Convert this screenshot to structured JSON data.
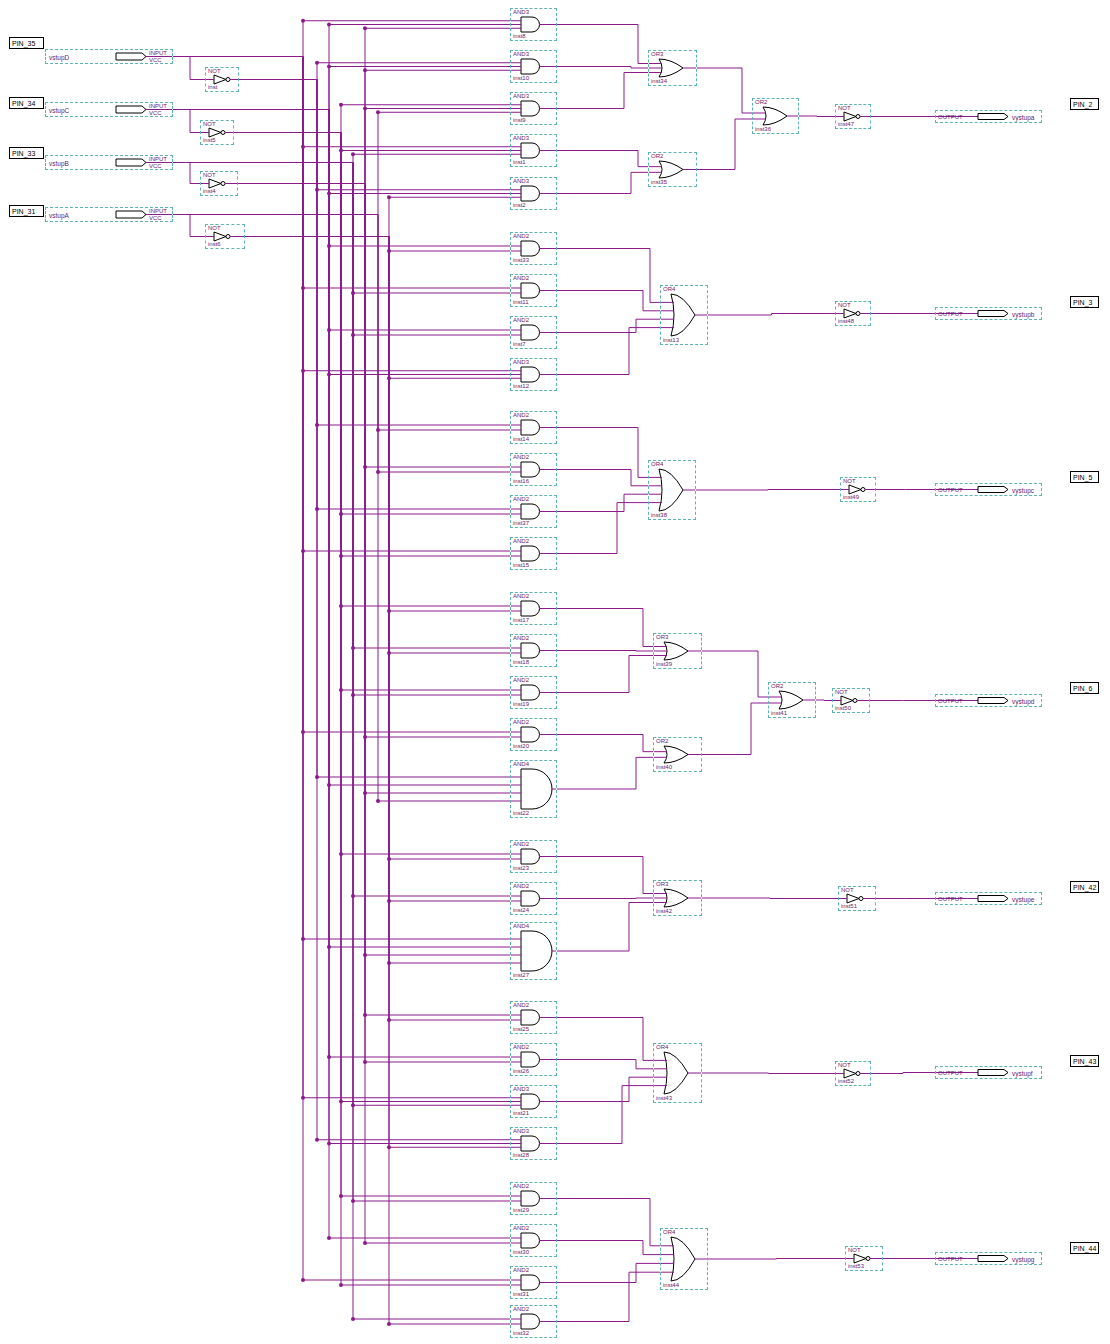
{
  "diagram": {
    "nodes": [
      {
        "text": [
          "PIN_35"
        ]
      },
      {
        "text": [
          "vstupD",
          "INPUT",
          "VCC"
        ]
      },
      {
        "text": [
          "PIN_34"
        ]
      },
      {
        "text": [
          "vstupC",
          "INPUT",
          "VCC"
        ]
      },
      {
        "text": [
          "PIN_33"
        ]
      },
      {
        "text": [
          "vstupB",
          "INPUT",
          "VCC"
        ]
      },
      {
        "text": [
          "PIN_31"
        ]
      },
      {
        "text": [
          "vstupA",
          "INPUT",
          "VCC"
        ]
      },
      {
        "text": [
          "NOT",
          "inst"
        ]
      },
      {
        "text": [
          "NOT",
          "inst5"
        ]
      },
      {
        "text": [
          "NOT",
          "inst4"
        ]
      },
      {
        "text": [
          "NOT",
          "inst6"
        ]
      },
      {
        "text": [
          "AND3",
          "inst8"
        ]
      },
      {
        "text": [
          "AND3",
          "inst10"
        ]
      },
      {
        "text": [
          "AND3",
          "inst9"
        ]
      },
      {
        "text": [
          "AND3",
          "inst1"
        ]
      },
      {
        "text": [
          "AND3",
          "inst2"
        ]
      },
      {
        "text": [
          "AND2",
          "inst33"
        ]
      },
      {
        "text": [
          "AND2",
          "inst11"
        ]
      },
      {
        "text": [
          "AND2",
          "inst7"
        ]
      },
      {
        "text": [
          "AND3",
          "inst12"
        ]
      },
      {
        "text": [
          "AND2",
          "inst14"
        ]
      },
      {
        "text": [
          "AND2",
          "inst16"
        ]
      },
      {
        "text": [
          "AND2",
          "inst37"
        ]
      },
      {
        "text": [
          "AND2",
          "inst15"
        ]
      },
      {
        "text": [
          "AND2",
          "inst17"
        ]
      },
      {
        "text": [
          "AND2",
          "inst18"
        ]
      },
      {
        "text": [
          "AND2",
          "inst19"
        ]
      },
      {
        "text": [
          "AND2",
          "inst20"
        ]
      },
      {
        "text": [
          "AND4",
          "inst22"
        ]
      },
      {
        "text": [
          "AND2",
          "inst23"
        ]
      },
      {
        "text": [
          "AND2",
          "inst24"
        ]
      },
      {
        "text": [
          "AND4",
          "inst27"
        ]
      },
      {
        "text": [
          "AND2",
          "inst25"
        ]
      },
      {
        "text": [
          "AND2",
          "inst26"
        ]
      },
      {
        "text": [
          "AND3",
          "inst21"
        ]
      },
      {
        "text": [
          "AND3",
          "inst28"
        ]
      },
      {
        "text": [
          "AND2",
          "inst29"
        ]
      },
      {
        "text": [
          "AND2",
          "inst30"
        ]
      },
      {
        "text": [
          "AND2",
          "inst31"
        ]
      },
      {
        "text": [
          "AND2",
          "inst32"
        ]
      },
      {
        "text": [
          "OR3",
          "inst34"
        ]
      },
      {
        "text": [
          "OR2",
          "inst35"
        ]
      },
      {
        "text": [
          "OR2",
          "inst36"
        ]
      },
      {
        "text": [
          "OR4",
          "inst13"
        ]
      },
      {
        "text": [
          "OR4",
          "inst38"
        ]
      },
      {
        "text": [
          "OR3",
          "inst39"
        ]
      },
      {
        "text": [
          "OR2",
          "inst40"
        ]
      },
      {
        "text": [
          "OR2",
          "inst41"
        ]
      },
      {
        "text": [
          "OR3",
          "inst42"
        ]
      },
      {
        "text": [
          "OR4",
          "inst43"
        ]
      },
      {
        "text": [
          "OR4",
          "inst44"
        ]
      },
      {
        "text": [
          "NOT",
          "inst47"
        ]
      },
      {
        "text": [
          "NOT",
          "inst48"
        ]
      },
      {
        "text": [
          "NOT",
          "inst49"
        ]
      },
      {
        "text": [
          "NOT",
          "inst50"
        ]
      },
      {
        "text": [
          "NOT",
          "inst51"
        ]
      },
      {
        "text": [
          "NOT",
          "inst52"
        ]
      },
      {
        "text": [
          "NOT",
          "inst53"
        ]
      },
      {
        "text": [
          "OUTPUT",
          "vystupa"
        ]
      },
      {
        "text": [
          "OUTPUT",
          "vystupb"
        ]
      },
      {
        "text": [
          "OUTPUT",
          "vystupc"
        ]
      },
      {
        "text": [
          "OUTPUT",
          "vystupd"
        ]
      },
      {
        "text": [
          "OUTPUT",
          "vystupe"
        ]
      },
      {
        "text": [
          "OUTPUT",
          "vystupf"
        ]
      },
      {
        "text": [
          "OUTPUT",
          "vystupg"
        ]
      },
      {
        "text": [
          "PIN_2"
        ]
      },
      {
        "text": [
          "PIN_3"
        ]
      },
      {
        "text": [
          "PIN_5"
        ]
      },
      {
        "text": [
          "PIN_6"
        ]
      },
      {
        "text": [
          "PIN_42"
        ]
      },
      {
        "text": [
          "PIN_43"
        ]
      },
      {
        "text": [
          "PIN_44"
        ]
      }
    ],
    "edges": [
      {
        "from": 1,
        "to": 8,
        "arrow": "none"
      },
      {
        "from": 3,
        "to": 9,
        "arrow": "none"
      },
      {
        "from": 5,
        "to": 10,
        "arrow": "none"
      },
      {
        "from": 7,
        "to": 11,
        "arrow": "none"
      },
      {
        "from": 1,
        "to": 12,
        "arrow": "none"
      },
      {
        "from": 3,
        "to": 12,
        "arrow": "none"
      },
      {
        "from": 10,
        "to": 12,
        "arrow": "none"
      },
      {
        "from": 8,
        "to": 13,
        "arrow": "none"
      },
      {
        "from": 3,
        "to": 13,
        "arrow": "none"
      },
      {
        "from": 10,
        "to": 13,
        "arrow": "none"
      },
      {
        "from": 9,
        "to": 14,
        "arrow": "none"
      },
      {
        "from": 10,
        "to": 14,
        "arrow": "none"
      },
      {
        "from": 7,
        "to": 14,
        "arrow": "none"
      },
      {
        "from": 1,
        "to": 15,
        "arrow": "none"
      },
      {
        "from": 9,
        "to": 15,
        "arrow": "none"
      },
      {
        "from": 5,
        "to": 15,
        "arrow": "none"
      },
      {
        "from": 8,
        "to": 16,
        "arrow": "none"
      },
      {
        "from": 3,
        "to": 16,
        "arrow": "none"
      },
      {
        "from": 11,
        "to": 16,
        "arrow": "none"
      },
      {
        "from": 3,
        "to": 17,
        "arrow": "none"
      },
      {
        "from": 11,
        "to": 17,
        "arrow": "none"
      },
      {
        "from": 1,
        "to": 18,
        "arrow": "none"
      },
      {
        "from": 5,
        "to": 18,
        "arrow": "none"
      },
      {
        "from": 3,
        "to": 19,
        "arrow": "none"
      },
      {
        "from": 5,
        "to": 19,
        "arrow": "none"
      },
      {
        "from": 1,
        "to": 20,
        "arrow": "none"
      },
      {
        "from": 3,
        "to": 20,
        "arrow": "none"
      },
      {
        "from": 11,
        "to": 20,
        "arrow": "none"
      },
      {
        "from": 8,
        "to": 21,
        "arrow": "none"
      },
      {
        "from": 7,
        "to": 21,
        "arrow": "none"
      },
      {
        "from": 10,
        "to": 22,
        "arrow": "none"
      },
      {
        "from": 7,
        "to": 22,
        "arrow": "none"
      },
      {
        "from": 8,
        "to": 23,
        "arrow": "none"
      },
      {
        "from": 9,
        "to": 23,
        "arrow": "none"
      },
      {
        "from": 1,
        "to": 24,
        "arrow": "none"
      },
      {
        "from": 9,
        "to": 24,
        "arrow": "none"
      },
      {
        "from": 9,
        "to": 25,
        "arrow": "none"
      },
      {
        "from": 11,
        "to": 25,
        "arrow": "none"
      },
      {
        "from": 5,
        "to": 26,
        "arrow": "none"
      },
      {
        "from": 11,
        "to": 26,
        "arrow": "none"
      },
      {
        "from": 9,
        "to": 27,
        "arrow": "none"
      },
      {
        "from": 5,
        "to": 27,
        "arrow": "none"
      },
      {
        "from": 1,
        "to": 28,
        "arrow": "none"
      },
      {
        "from": 10,
        "to": 28,
        "arrow": "none"
      },
      {
        "from": 8,
        "to": 29,
        "arrow": "none"
      },
      {
        "from": 3,
        "to": 29,
        "arrow": "none"
      },
      {
        "from": 10,
        "to": 29,
        "arrow": "none"
      },
      {
        "from": 7,
        "to": 29,
        "arrow": "none"
      },
      {
        "from": 9,
        "to": 30,
        "arrow": "none"
      },
      {
        "from": 11,
        "to": 30,
        "arrow": "none"
      },
      {
        "from": 5,
        "to": 31,
        "arrow": "none"
      },
      {
        "from": 11,
        "to": 31,
        "arrow": "none"
      },
      {
        "from": 1,
        "to": 32,
        "arrow": "none"
      },
      {
        "from": 3,
        "to": 32,
        "arrow": "none"
      },
      {
        "from": 10,
        "to": 32,
        "arrow": "none"
      },
      {
        "from": 11,
        "to": 32,
        "arrow": "none"
      },
      {
        "from": 10,
        "to": 33,
        "arrow": "none"
      },
      {
        "from": 11,
        "to": 33,
        "arrow": "none"
      },
      {
        "from": 3,
        "to": 34,
        "arrow": "none"
      },
      {
        "from": 10,
        "to": 34,
        "arrow": "none"
      },
      {
        "from": 1,
        "to": 35,
        "arrow": "none"
      },
      {
        "from": 9,
        "to": 35,
        "arrow": "none"
      },
      {
        "from": 5,
        "to": 35,
        "arrow": "none"
      },
      {
        "from": 8,
        "to": 36,
        "arrow": "none"
      },
      {
        "from": 3,
        "to": 36,
        "arrow": "none"
      },
      {
        "from": 11,
        "to": 36,
        "arrow": "none"
      },
      {
        "from": 9,
        "to": 37,
        "arrow": "none"
      },
      {
        "from": 5,
        "to": 37,
        "arrow": "none"
      },
      {
        "from": 3,
        "to": 38,
        "arrow": "none"
      },
      {
        "from": 10,
        "to": 38,
        "arrow": "none"
      },
      {
        "from": 1,
        "to": 39,
        "arrow": "none"
      },
      {
        "from": 9,
        "to": 39,
        "arrow": "none"
      },
      {
        "from": 5,
        "to": 40,
        "arrow": "none"
      },
      {
        "from": 11,
        "to": 40,
        "arrow": "none"
      },
      {
        "from": 12,
        "to": 41,
        "arrow": "none"
      },
      {
        "from": 13,
        "to": 41,
        "arrow": "none"
      },
      {
        "from": 14,
        "to": 41,
        "arrow": "none"
      },
      {
        "from": 15,
        "to": 42,
        "arrow": "none"
      },
      {
        "from": 16,
        "to": 42,
        "arrow": "none"
      },
      {
        "from": 41,
        "to": 43,
        "arrow": "none"
      },
      {
        "from": 42,
        "to": 43,
        "arrow": "none"
      },
      {
        "from": 17,
        "to": 44,
        "arrow": "none"
      },
      {
        "from": 18,
        "to": 44,
        "arrow": "none"
      },
      {
        "from": 19,
        "to": 44,
        "arrow": "none"
      },
      {
        "from": 20,
        "to": 44,
        "arrow": "none"
      },
      {
        "from": 21,
        "to": 45,
        "arrow": "none"
      },
      {
        "from": 22,
        "to": 45,
        "arrow": "none"
      },
      {
        "from": 23,
        "to": 45,
        "arrow": "none"
      },
      {
        "from": 24,
        "to": 45,
        "arrow": "none"
      },
      {
        "from": 25,
        "to": 46,
        "arrow": "none"
      },
      {
        "from": 26,
        "to": 46,
        "arrow": "none"
      },
      {
        "from": 27,
        "to": 46,
        "arrow": "none"
      },
      {
        "from": 28,
        "to": 47,
        "arrow": "none"
      },
      {
        "from": 29,
        "to": 47,
        "arrow": "none"
      },
      {
        "from": 46,
        "to": 48,
        "arrow": "none"
      },
      {
        "from": 47,
        "to": 48,
        "arrow": "none"
      },
      {
        "from": 30,
        "to": 49,
        "arrow": "none"
      },
      {
        "from": 31,
        "to": 49,
        "arrow": "none"
      },
      {
        "from": 32,
        "to": 49,
        "arrow": "none"
      },
      {
        "from": 33,
        "to": 50,
        "arrow": "none"
      },
      {
        "from": 34,
        "to": 50,
        "arrow": "none"
      },
      {
        "from": 35,
        "to": 50,
        "arrow": "none"
      },
      {
        "from": 36,
        "to": 50,
        "arrow": "none"
      },
      {
        "from": 37,
        "to": 51,
        "arrow": "none"
      },
      {
        "from": 38,
        "to": 51,
        "arrow": "none"
      },
      {
        "from": 39,
        "to": 51,
        "arrow": "none"
      },
      {
        "from": 40,
        "to": 51,
        "arrow": "none"
      },
      {
        "from": 43,
        "to": 52,
        "arrow": "none"
      },
      {
        "from": 44,
        "to": 53,
        "arrow": "none"
      },
      {
        "from": 45,
        "to": 54,
        "arrow": "none"
      },
      {
        "from": 48,
        "to": 55,
        "arrow": "none"
      },
      {
        "from": 49,
        "to": 56,
        "arrow": "none"
      },
      {
        "from": 50,
        "to": 57,
        "arrow": "none"
      },
      {
        "from": 51,
        "to": 58,
        "arrow": "none"
      },
      {
        "from": 52,
        "to": 59,
        "arrow": "none"
      },
      {
        "from": 53,
        "to": 60,
        "arrow": "none"
      },
      {
        "from": 54,
        "to": 61,
        "arrow": "none"
      },
      {
        "from": 55,
        "to": 62,
        "arrow": "none"
      },
      {
        "from": 56,
        "to": 63,
        "arrow": "none"
      },
      {
        "from": 57,
        "to": 64,
        "arrow": "none"
      },
      {
        "from": 58,
        "to": 65,
        "arrow": "none"
      }
    ]
  }
}
